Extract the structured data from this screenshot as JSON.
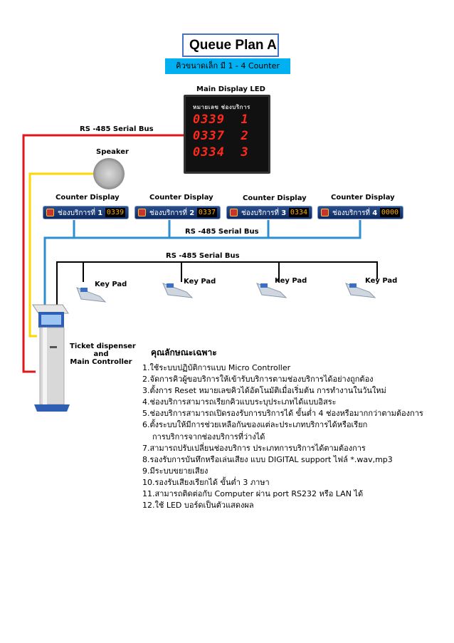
{
  "title": "Queue  Plan A",
  "subtitle": "คิวขนาดเล็ก มี  1 - 4 Counter",
  "main_display": {
    "label": "Main Display  LED",
    "header": "หมายเลข  ช่องบริการ",
    "rows": [
      {
        "number": "0339",
        "counter": "1"
      },
      {
        "number": "0337",
        "counter": "2"
      },
      {
        "number": "0334",
        "counter": "3"
      }
    ]
  },
  "bus_labels": {
    "top": "RS -485 Serial Bus",
    "middle": "RS -485 Serial Bus",
    "bottom": "RS -485 Serial Bus"
  },
  "speaker_label": "Speaker",
  "counter_displays": [
    {
      "label": "Counter Display",
      "text": "ช่องบริการที่",
      "counter": "1",
      "number": "0339"
    },
    {
      "label": "Counter Display",
      "text": "ช่องบริการที่",
      "counter": "2",
      "number": "0337"
    },
    {
      "label": "Counter Display",
      "text": "ช่องบริการที่",
      "counter": "3",
      "number": "0334"
    },
    {
      "label": "Counter Display",
      "text": "ช่องบริการที่",
      "counter": "4",
      "number": "0000"
    }
  ],
  "keypads": [
    "Key Pad",
    "Key Pad",
    "Key Pad",
    "Key Pad"
  ],
  "dispenser": {
    "line1": "Ticket dispenser",
    "line2": "and",
    "line3": "Main Controller"
  },
  "features_heading": "คุณลักษณะเฉพาะ",
  "features": [
    "1.ใช้ระบบปฏิบัติการแบบ Micro Controller",
    "2.จัดการคิวผู้ขอบริการให้เข้ารับบริการตามช่องบริการได้อย่างถูกต้อง",
    "3.ตั้งการ Reset หมายเลขคิวได้อัตโนมัติเมื่อเริ่มต้น การทำงานในวันใหม่",
    "4.ช่องบริการสามารถเรียกคิวแบบระบุประเภทได้แบบอิสระ",
    "5.ช่องบริการสามารถเปิดรองรับการบริการได้ ขั้นต่ำ 4 ช่องหรือมากกว่าตามต้องการ",
    "6.ตั้งระบบให้มีการช่วยเหลือกันของแต่ละประเภทบริการได้หรือเรียก",
    "    การบริการจากช่องบริการที่ว่างได้",
    "7.สามารถปรับเปลี่ยนช่องบริการ ประเภทการบริการได้ตามต้องการ",
    "8.รองรับการบันทึกหรือเล่นเสียง แบบ DIGITAL  support  ไฟล์ *.wav,mp3",
    "9.มีระบบขยายเสียง",
    "10.รองรับเสียงเรียกได้ ขั้นต่ำ 3 ภาษา",
    "11.สามารถติดต่อกับ Computer ผ่าน port  RS232 หรือ LAN ได้",
    "12.ใช้ LED บอร์ดเป็นตัวแสดงผล"
  ],
  "colors": {
    "red_bus": "#e0161b",
    "yellow_bus": "#ffd700",
    "blue_bus": "#2e8fd0",
    "black_bus": "#000000",
    "subtitle_bg": "#00b0f0",
    "title_border": "#4472c4"
  }
}
